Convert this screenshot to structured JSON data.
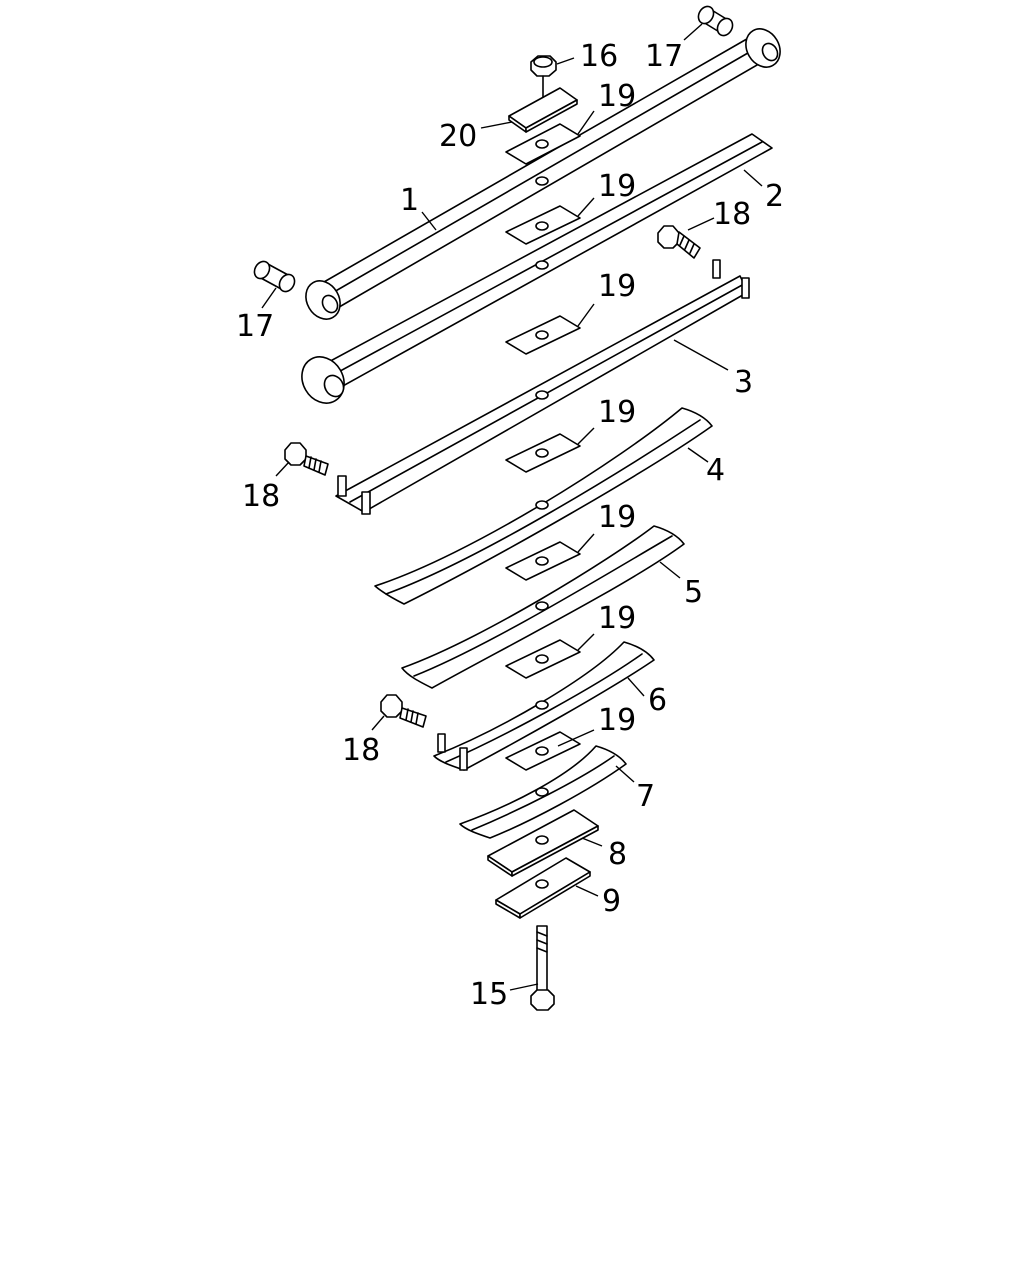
{
  "labels": {
    "l1": "1",
    "l2": "2",
    "l3": "3",
    "l4": "4",
    "l5": "5",
    "l6": "6",
    "l7": "7",
    "l8": "8",
    "l9": "9",
    "l15": "15",
    "l16": "16",
    "l17a": "17",
    "l17b": "17",
    "l18a": "18",
    "l18b": "18",
    "l18c": "18",
    "l19a": "19",
    "l19b": "19",
    "l19c": "19",
    "l19d": "19",
    "l19e": "19",
    "l19f": "19",
    "l19g": "19",
    "l20": "20"
  }
}
